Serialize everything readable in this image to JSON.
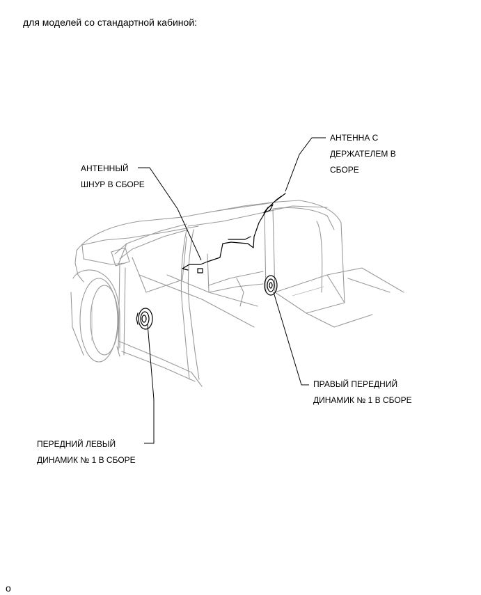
{
  "heading": "для моделей со стандартной кабиной:",
  "callouts": {
    "antenna_cord": [
      "АНТЕННЫЙ",
      "ШНУР В СБОРЕ"
    ],
    "antenna_holder": [
      "АНТЕННА С",
      "ДЕРЖАТЕЛЕМ В",
      "СБОРЕ"
    ],
    "right_speaker": [
      "ПРАВЫЙ ПЕРЕДНИЙ",
      "ДИНАМИК № 1 В СБОРЕ"
    ],
    "left_speaker": [
      "ПЕРЕДНИЙ ЛЕВЫЙ",
      "ДИНАМИК № 1 В СБОРЕ"
    ]
  },
  "footer": "o"
}
